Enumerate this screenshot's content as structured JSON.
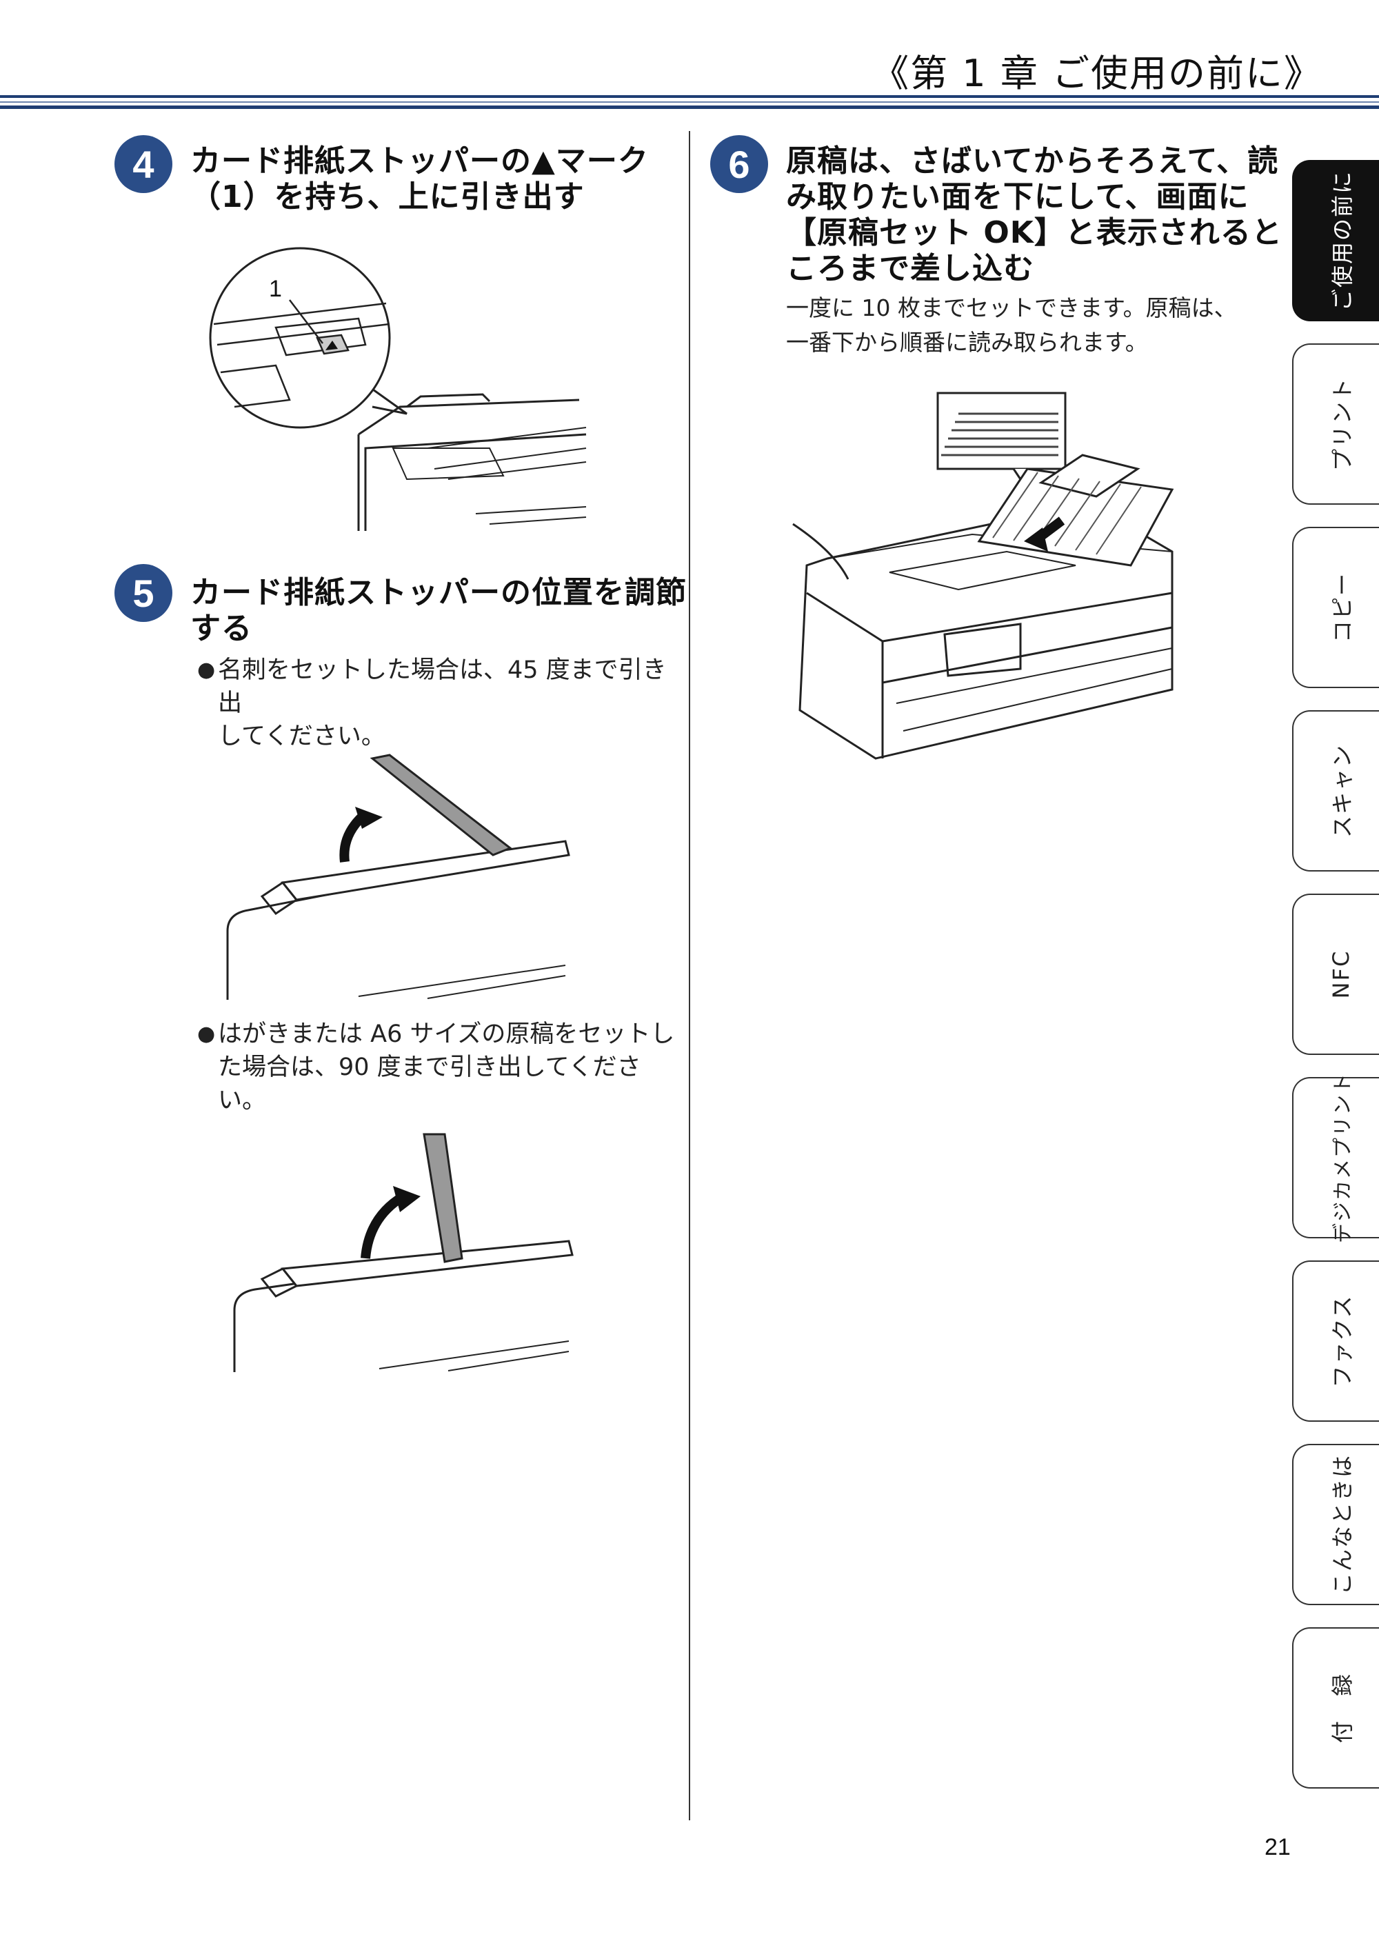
{
  "header": {
    "chapter_title": "《第 1 章 ご使用の前に》"
  },
  "steps": [
    {
      "number": "4",
      "title_line1": "カード排紙ストッパーの▲マーク",
      "title_line2": "（1）を持ち、上に引き出す",
      "callout_label": "1"
    },
    {
      "number": "5",
      "title_line1": "カード排紙ストッパーの位置を調節",
      "title_line2": "する",
      "bullet1_line1": "名刺をセットした場合は、45 度まで引き出",
      "bullet1_line2": "してください。",
      "bullet2_line1": "はがきまたは A6 サイズの原稿をセットし",
      "bullet2_line2": "た場合は、90 度まで引き出してください。"
    },
    {
      "number": "6",
      "title_line1": "原稿は、さばいてからそろえて、読",
      "title_line2": "み取りたい面を下にして、画面に",
      "title_line3": "【原稿セット OK】と表示されると",
      "title_line4": "ころまで差し込む",
      "body_line1": "一度に 10 枚までセットできます。原稿は、",
      "body_line2": "一番下から順番に読み取られます。"
    }
  ],
  "tabs": [
    {
      "label": "ご使用の前に",
      "active": true
    },
    {
      "label": "プリント",
      "active": false
    },
    {
      "label": "コピー",
      "active": false
    },
    {
      "label": "スキャン",
      "active": false
    },
    {
      "label": "NFC",
      "active": false
    },
    {
      "label": "デジカメプリント",
      "active": false
    },
    {
      "label": "ファクス",
      "active": false
    },
    {
      "label": "こんなときは",
      "active": false
    },
    {
      "label": "付　録",
      "active": false
    }
  ],
  "footer": {
    "page_number": "21"
  },
  "colors": {
    "accent": "#2a4d88",
    "rule": "#1f3e74",
    "tab_active": "#111111"
  }
}
